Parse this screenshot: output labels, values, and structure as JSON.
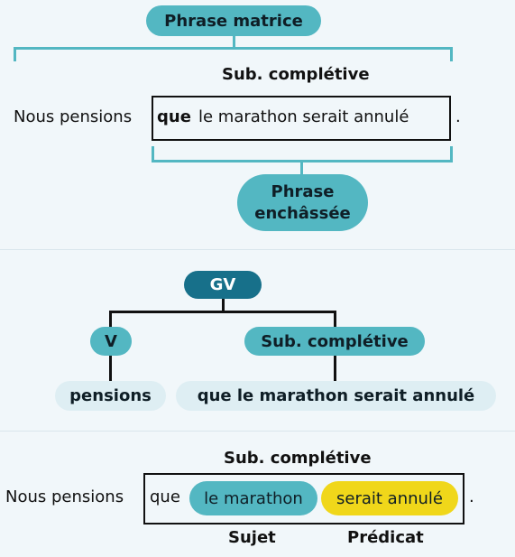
{
  "section1": {
    "top_label": "Phrase matrice",
    "sub_label": "Sub. complétive",
    "sentence_start": "Nous pensions",
    "word_que": "que",
    "sentence_rest": "le marathon serait annulé",
    "period": ".",
    "bottom_label_line1": "Phrase",
    "bottom_label_line2": "enchâssée"
  },
  "section2": {
    "root": "GV",
    "left_node": "V",
    "right_node": "Sub. complétive",
    "left_leaf": "pensions",
    "right_leaf": "que le marathon serait annulé"
  },
  "section3": {
    "sub_label": "Sub. complétive",
    "sentence_start": "Nous pensions",
    "word_que": "que",
    "subject_text": "le marathon",
    "predicate_text": "serait annulé",
    "period": ".",
    "subject_label": "Sujet",
    "predicate_label": "Prédicat"
  },
  "colors": {
    "teal": "#53b7c2",
    "dark_teal": "#17708a",
    "light_pill": "#deeef3",
    "yellow": "#f0d71a",
    "background": "#f1f7fa"
  }
}
